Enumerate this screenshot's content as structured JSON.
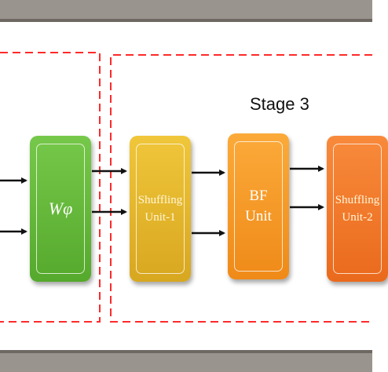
{
  "stage_label": "Stage 3",
  "blocks": {
    "w_phi": "Wφ",
    "shuffling_1": {
      "line1": "Shuffling",
      "line2": "Unit-1"
    },
    "bf_unit": {
      "line1": "BF",
      "line2": "Unit"
    },
    "shuffling_2": {
      "line1": "Shuffling",
      "line2": "Unit-2"
    }
  },
  "colors": {
    "dashed_border": "#ff2a2a",
    "w_phi_block": "#5fb535",
    "shuffling_1_block": "#e6b42c",
    "bf_block": "#f59a28",
    "shuffling_2_block": "#f07a2a",
    "frame": "#9a948e"
  }
}
